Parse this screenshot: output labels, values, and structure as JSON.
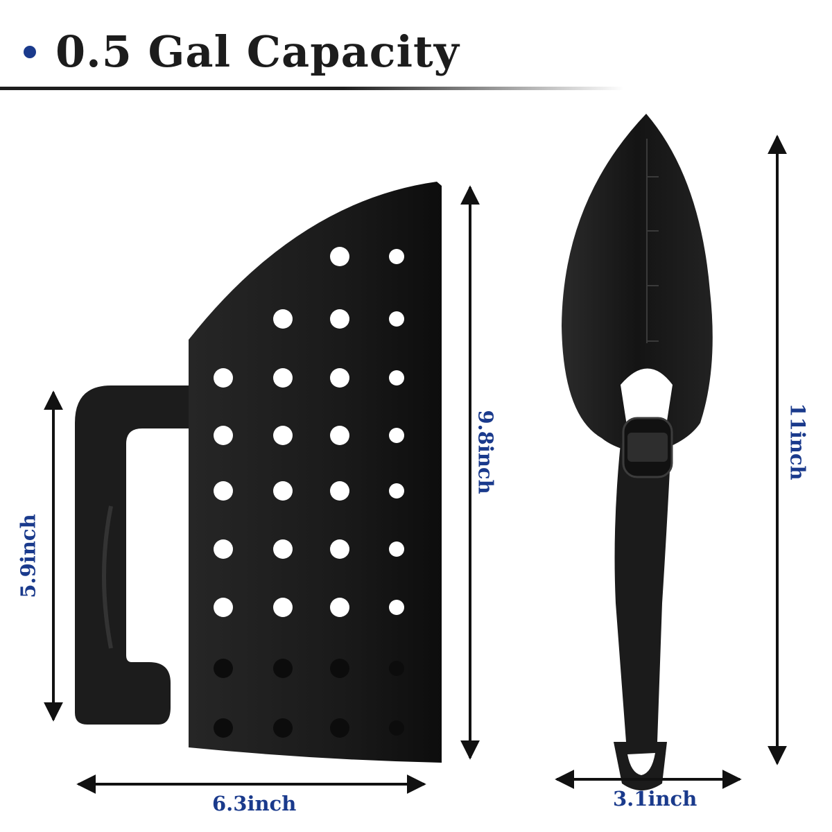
{
  "header": {
    "title": "0.5 Gal Capacity"
  },
  "dimensions": {
    "scoop_width": "6.3inch",
    "scoop_height": "9.8inch",
    "handle_height": "5.9inch",
    "trowel_width": "3.1inch",
    "trowel_height": "11inch"
  },
  "colors": {
    "label_blue": "#1a3a8c",
    "product_black": "#1b1b1b"
  }
}
